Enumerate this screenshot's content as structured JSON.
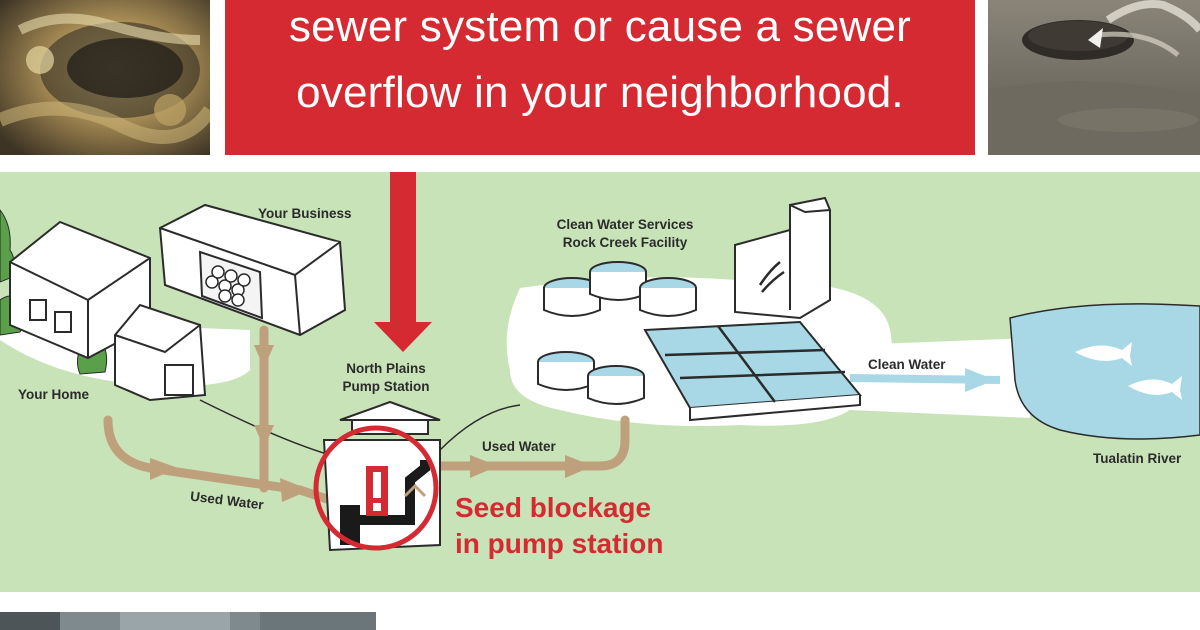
{
  "banner": {
    "line1": "sewer system or cause a sewer",
    "line2": "overflow in your neighborhood."
  },
  "diagram": {
    "labels": {
      "your_business": "Your Business",
      "your_home": "Your Home",
      "used_water_1": "Used Water",
      "used_water_2": "Used Water",
      "north_plains_1": "North Plains",
      "north_plains_2": "Pump Station",
      "cws_1": "Clean Water Services",
      "cws_2": "Rock Creek Facility",
      "clean_water": "Clean Water",
      "tualatin": "Tualatin River"
    },
    "alert": {
      "line1": "Seed blockage",
      "line2": "in pump station",
      "icon": "exclamation-icon"
    }
  },
  "colors": {
    "banner_red": "#d52a32",
    "diagram_green": "#c8e3b7",
    "pipe_brown": "#bfa07c",
    "water_blue": "#a8d8e6",
    "alert_red": "#d52a32"
  }
}
